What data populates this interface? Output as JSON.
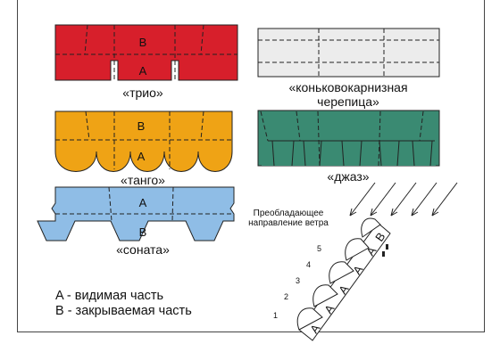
{
  "captions": {
    "trio": "«трио»",
    "tango": "«танго»",
    "sonata": "«соната»",
    "ridge_line1": "«коньковокарнизная",
    "ridge_line2": "черепица»",
    "jazz": "«джаз»"
  },
  "tile_letters": {
    "visible": "A",
    "covered": "B"
  },
  "wind_label": {
    "line1": "Преобладающее",
    "line2": "направление ветра"
  },
  "legend": {
    "a": "A - видимая часть",
    "b": "B - закрываемая часть"
  },
  "row_numbers": [
    "1",
    "2",
    "3",
    "4",
    "5"
  ],
  "colors": {
    "trio": "#d71f2b",
    "tango": "#efa315",
    "sonata": "#8fbde6",
    "ridge": "#ececec",
    "jazz": "#3a8a72",
    "outline": "#222222"
  }
}
